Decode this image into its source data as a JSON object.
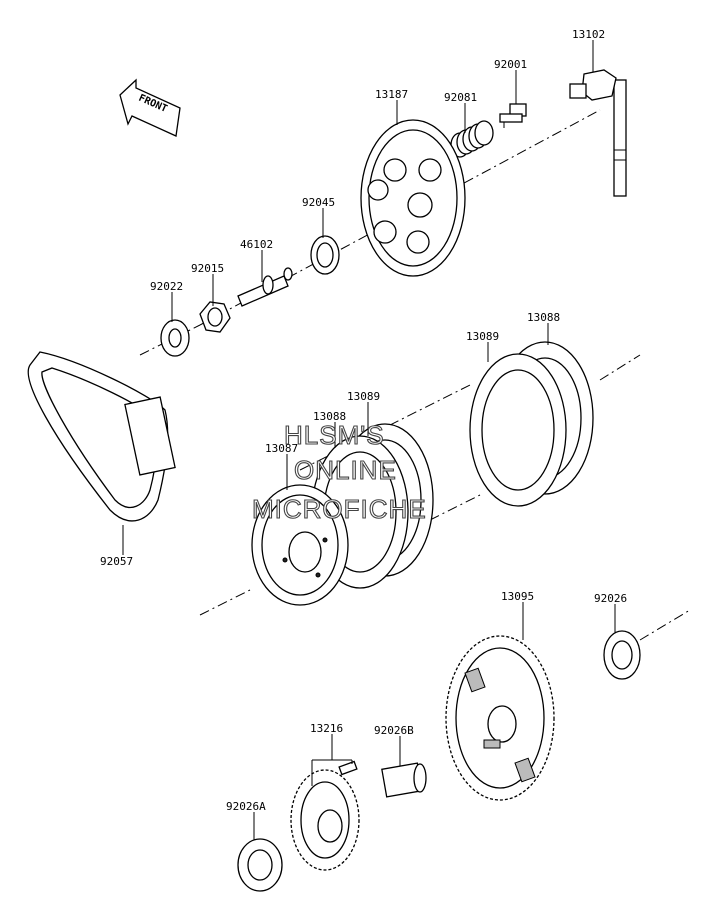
{
  "front_label": "FRONT",
  "parts": [
    {
      "number": "13102"
    },
    {
      "number": "92001"
    },
    {
      "number": "13187"
    },
    {
      "number": "92081"
    },
    {
      "number": "92045"
    },
    {
      "number": "46102"
    },
    {
      "number": "92015"
    },
    {
      "number": "92022"
    },
    {
      "number": "13088"
    },
    {
      "number": "13089"
    },
    {
      "number": "13089"
    },
    {
      "number": "13088"
    },
    {
      "number": "13087"
    },
    {
      "number": "92057"
    },
    {
      "number": "13095"
    },
    {
      "number": "92026"
    },
    {
      "number": "13216"
    },
    {
      "number": "92026B"
    },
    {
      "number": "92026A"
    }
  ],
  "watermark": {
    "line1": "HLSM'S",
    "line2": "ONLINE",
    "line3": "MICROFICHE"
  }
}
